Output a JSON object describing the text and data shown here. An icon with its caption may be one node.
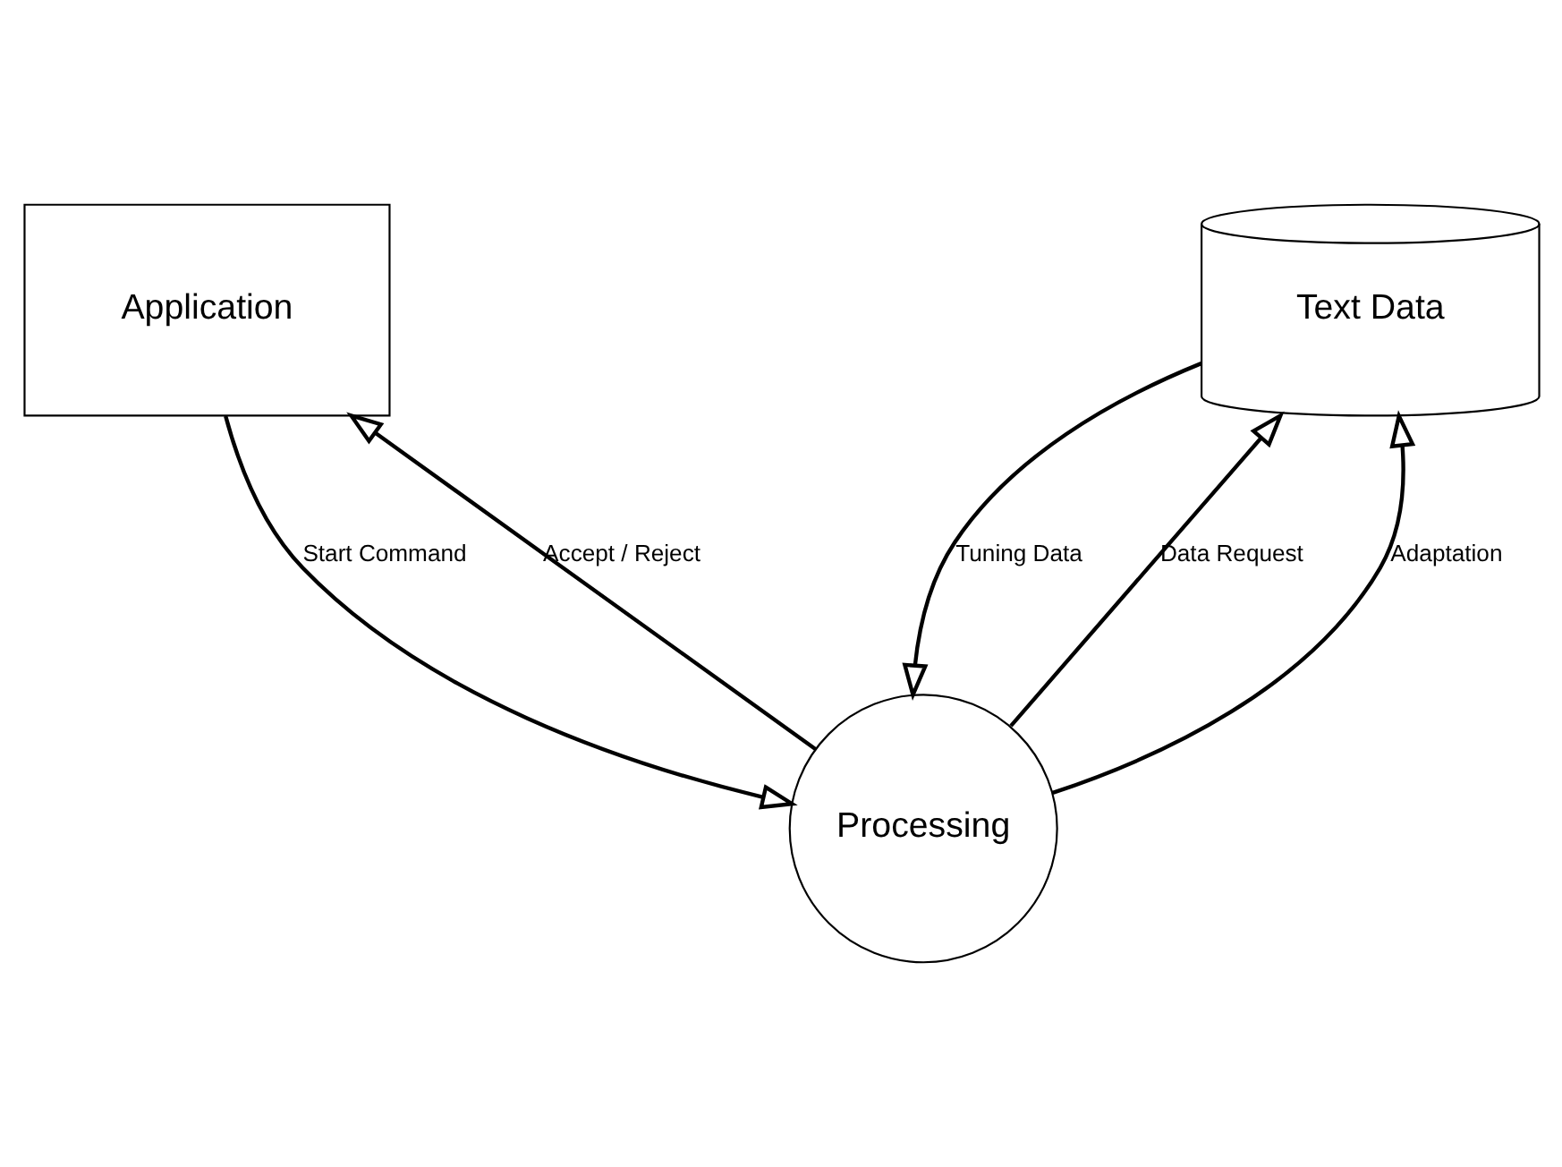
{
  "diagram": {
    "nodes": [
      {
        "text": [
          "Application"
        ]
      },
      {
        "text": [
          "Text Data"
        ]
      },
      {
        "text": [
          "Processing"
        ]
      }
    ],
    "edges": [
      {
        "from": 2,
        "to": 0,
        "arrow": "to",
        "label": "Accept / Reject"
      },
      {
        "from": 0,
        "to": 2,
        "arrow": "to",
        "label": "Start Command"
      },
      {
        "from": 2,
        "to": 1,
        "arrow": "to",
        "label": "Data Request"
      },
      {
        "from": 1,
        "to": 2,
        "arrow": "to",
        "label": "Tuning Data"
      },
      {
        "from": 2,
        "to": 1,
        "arrow": "to",
        "label": "Adaptation"
      }
    ]
  }
}
